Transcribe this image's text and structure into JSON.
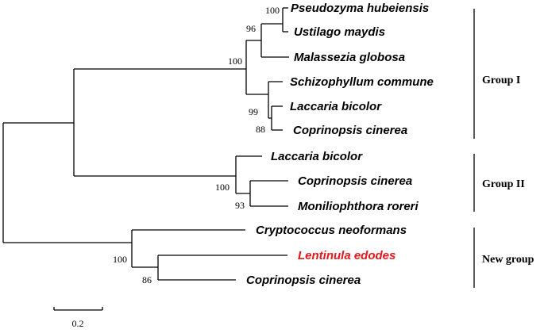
{
  "tree": {
    "leaves": [
      {
        "id": "pseudozyma",
        "label": "Pseudozyma hubeiensis",
        "color": "#000000"
      },
      {
        "id": "ustilago",
        "label": "Ustilago maydis",
        "color": "#000000"
      },
      {
        "id": "malassezia",
        "label": "Malassezia globosa",
        "color": "#000000"
      },
      {
        "id": "schizophyllum",
        "label": "Schizophyllum commune",
        "color": "#000000"
      },
      {
        "id": "laccaria1",
        "label": "Laccaria bicolor",
        "color": "#000000"
      },
      {
        "id": "coprinopsis1",
        "label": "Coprinopsis cinerea",
        "color": "#000000"
      },
      {
        "id": "laccaria2",
        "label": "Laccaria bicolor",
        "color": "#000000"
      },
      {
        "id": "coprinopsis2",
        "label": "Coprinopsis cinerea",
        "color": "#000000"
      },
      {
        "id": "moniliophthora",
        "label": "Moniliophthora roreri",
        "color": "#000000"
      },
      {
        "id": "cryptococcus",
        "label": "Cryptococcus neoformans",
        "color": "#000000"
      },
      {
        "id": "lentinula",
        "label": "Lentinula edodes",
        "color": "#e8161b"
      },
      {
        "id": "coprinopsis3",
        "label": "Coprinopsis cinerea",
        "color": "#000000"
      }
    ],
    "bootstrap": [
      {
        "id": "b_pseud_ust",
        "value": "100"
      },
      {
        "id": "b_ustilago_clade",
        "value": "96"
      },
      {
        "id": "b_group1",
        "value": "100"
      },
      {
        "id": "b_agaric1",
        "value": "99"
      },
      {
        "id": "b_lac_cop",
        "value": "88"
      },
      {
        "id": "b_group2",
        "value": "100"
      },
      {
        "id": "b_cop_mon",
        "value": "93"
      },
      {
        "id": "b_newgroup",
        "value": "100"
      },
      {
        "id": "b_len_cop",
        "value": "86"
      }
    ],
    "groups": [
      {
        "id": "group1",
        "label": "Group I"
      },
      {
        "id": "group2",
        "label": "Group II"
      },
      {
        "id": "newgroup",
        "label": "New group"
      }
    ],
    "scale_bar": {
      "label": "0.2"
    }
  }
}
